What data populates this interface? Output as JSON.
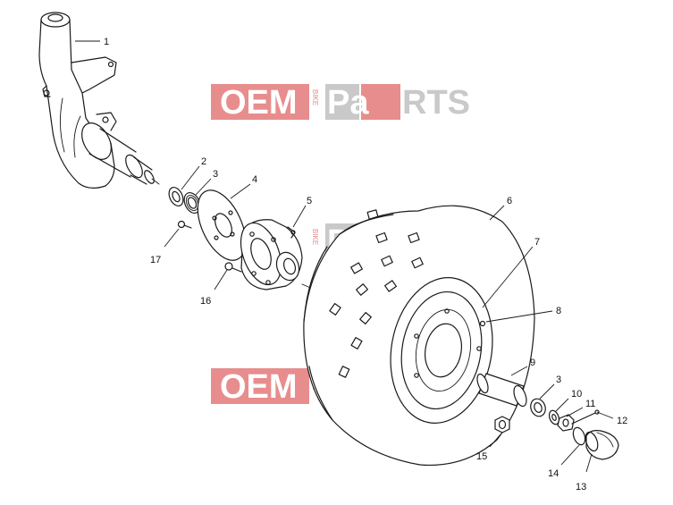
{
  "watermark": {
    "oem": "OEM",
    "bike": "BIKE",
    "pa": "Pa",
    "rts": "RTS",
    "colors": {
      "red": "#e88d8d",
      "grey": "#c9c9c9"
    }
  },
  "callouts": [
    {
      "id": "1",
      "label": "1"
    },
    {
      "id": "2",
      "label": "2"
    },
    {
      "id": "3a",
      "label": "3"
    },
    {
      "id": "4",
      "label": "4"
    },
    {
      "id": "5",
      "label": "5"
    },
    {
      "id": "6",
      "label": "6"
    },
    {
      "id": "7",
      "label": "7"
    },
    {
      "id": "8",
      "label": "8"
    },
    {
      "id": "9",
      "label": "9"
    },
    {
      "id": "3b",
      "label": "3"
    },
    {
      "id": "10",
      "label": "10"
    },
    {
      "id": "11",
      "label": "11"
    },
    {
      "id": "12",
      "label": "12"
    },
    {
      "id": "13",
      "label": "13"
    },
    {
      "id": "14",
      "label": "14"
    },
    {
      "id": "15",
      "label": "15"
    },
    {
      "id": "16",
      "label": "16"
    },
    {
      "id": "17",
      "label": "17"
    }
  ]
}
